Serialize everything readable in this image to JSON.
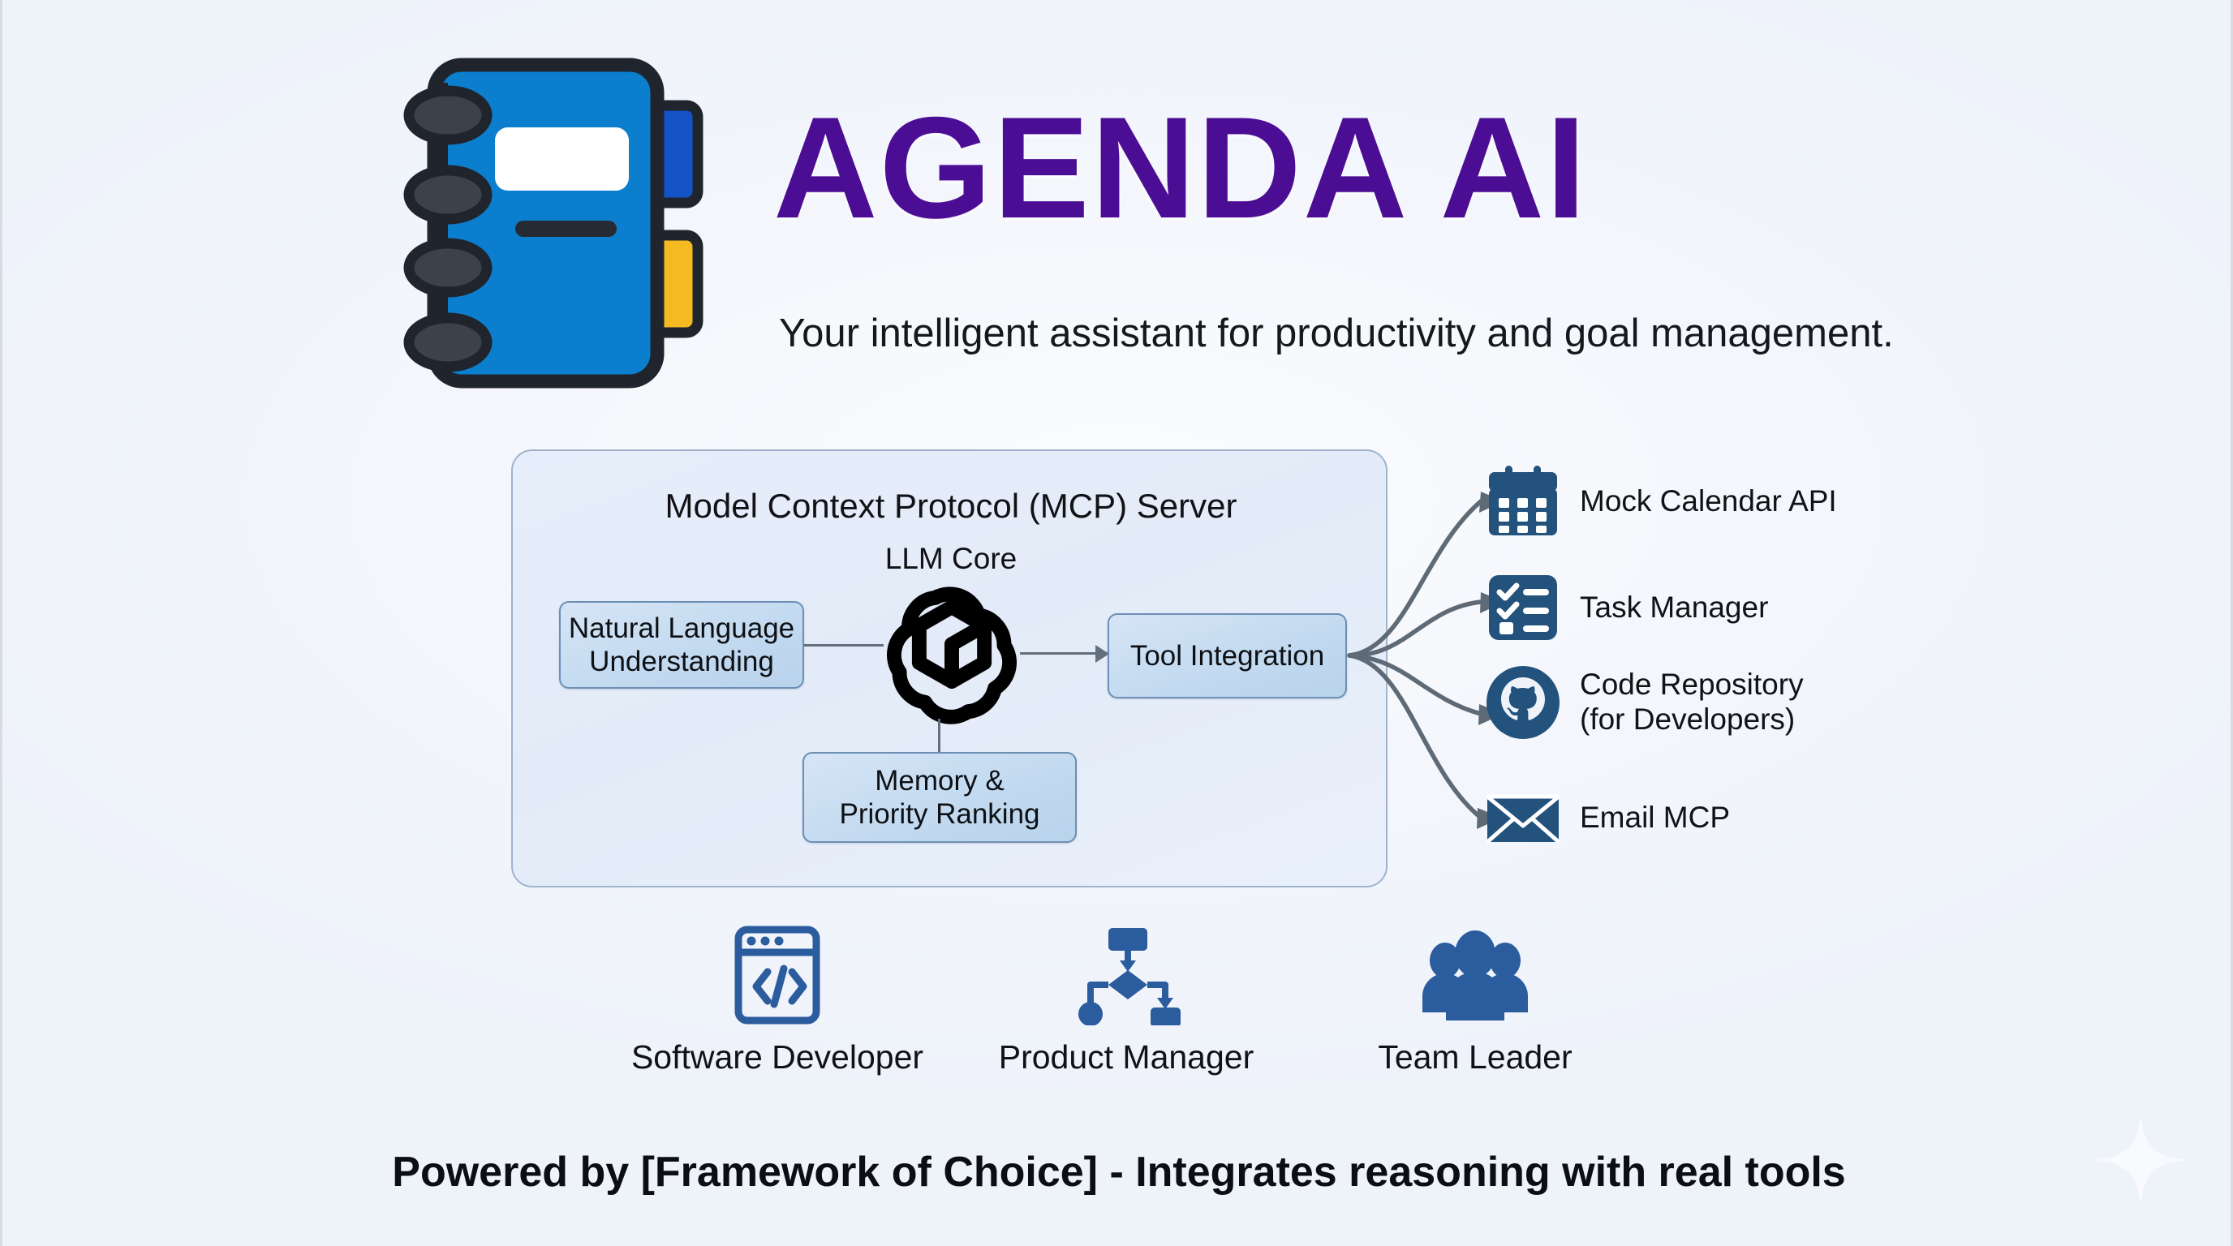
{
  "brand": {
    "title": "AGENDA AI",
    "tagline": "Your intelligent assistant for productivity and goal management.",
    "title_color": "#4b0d93",
    "logo_icon": "notebook-icon"
  },
  "mcp_panel": {
    "title": "Model Context Protocol (MCP) Server",
    "llm_core_label": "LLM Core",
    "llm_core_icon": "openai-knot-icon",
    "nodes": [
      {
        "id": "nlu",
        "label": "Natural Language\nUnderstanding"
      },
      {
        "id": "tool",
        "label": "Tool Integration"
      },
      {
        "id": "memory",
        "label": "Memory &\nPriority Ranking"
      }
    ]
  },
  "integrations": [
    {
      "label": "Mock Calendar API",
      "icon": "calendar-icon"
    },
    {
      "label": "Task Manager",
      "icon": "checklist-icon"
    },
    {
      "label": "Code Repository\n(for Developers)",
      "icon": "github-icon"
    },
    {
      "label": "Email MCP",
      "icon": "envelope-icon"
    }
  ],
  "personas": [
    {
      "label": "Software Developer",
      "icon": "code-window-icon"
    },
    {
      "label": "Product Manager",
      "icon": "flowchart-icon"
    },
    {
      "label": "Team Leader",
      "icon": "people-group-icon"
    }
  ],
  "footer": {
    "text": "Powered by [Framework of Choice] - Integrates reasoning with real tools"
  },
  "colors": {
    "accent_purple": "#4b0d93",
    "icon_blue": "#23527c",
    "persona_blue": "#2b5c9e",
    "notebook_blue": "#0b7fce",
    "notebook_tab_yellow": "#f5b921",
    "panel_bg": "#e5edf9",
    "node_bg": "#c6dcf1",
    "background": "#f1f4fb"
  }
}
